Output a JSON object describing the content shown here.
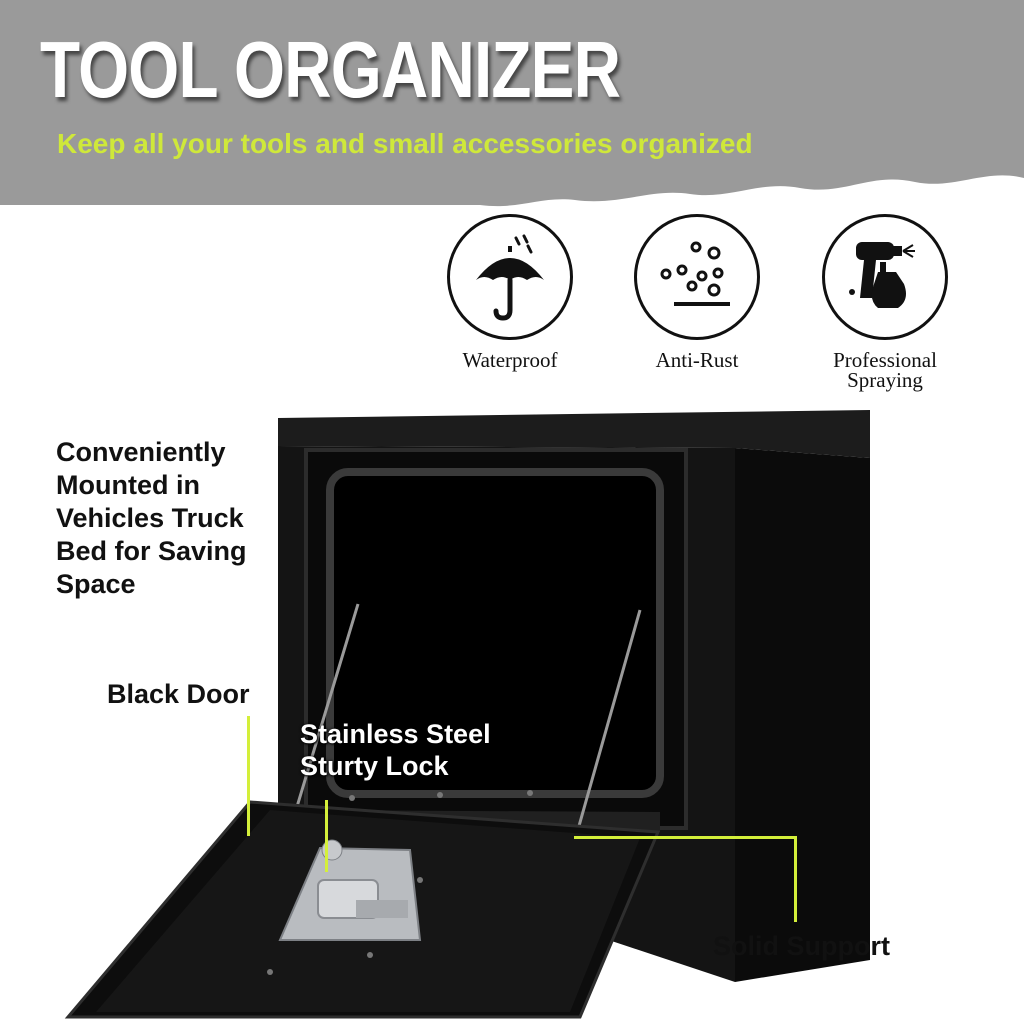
{
  "header": {
    "title": "TOOL ORGANIZER",
    "subtitle": "Keep all your tools and small accessories organized"
  },
  "features": [
    {
      "label": "Waterproof",
      "icon": "umbrella-icon"
    },
    {
      "label": "Anti-Rust",
      "icon": "bubbles-icon"
    },
    {
      "label": "Professional Spraying",
      "icon": "spray-gun-icon"
    }
  ],
  "callouts": {
    "mounting": "Conveniently Mounted in Vehicles Truck Bed for Saving Space",
    "door": "Black Door",
    "lock": "Stainless Steel Sturty Lock",
    "support": "Solid Support"
  },
  "colors": {
    "accent": "#cfe83a",
    "banner": "#9a9a9a",
    "box": "#111111"
  }
}
